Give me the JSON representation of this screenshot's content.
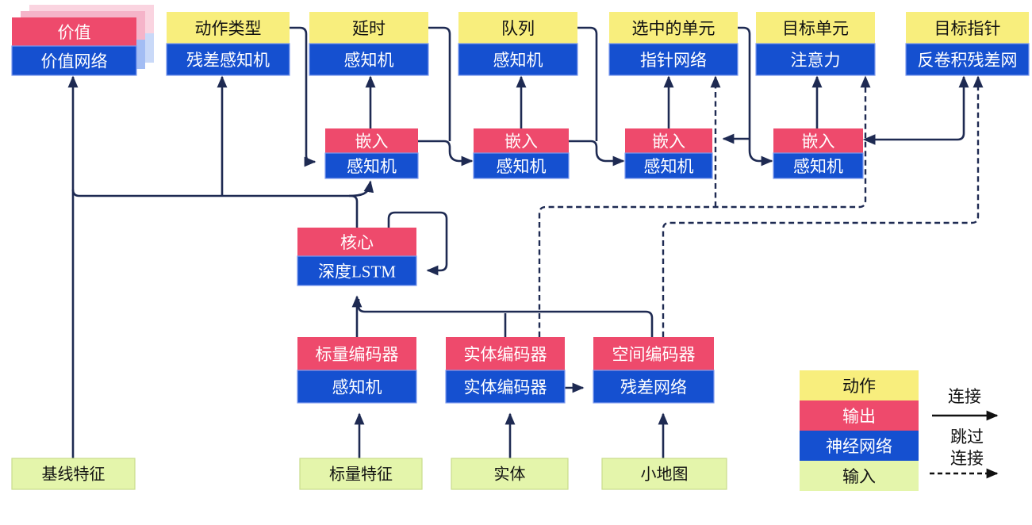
{
  "diagram": {
    "title": "AlphaStar-style agent architecture (Chinese)",
    "nodes": [
      {
        "id": "value",
        "header": "价值",
        "body": "价值网络",
        "kind": "output-nn",
        "stacked": true
      },
      {
        "id": "action_type",
        "header": "动作类型",
        "body": "残差感知机",
        "kind": "action-nn"
      },
      {
        "id": "delay",
        "header": "延时",
        "body": "感知机",
        "kind": "action-nn"
      },
      {
        "id": "queue",
        "header": "队列",
        "body": "感知机",
        "kind": "action-nn"
      },
      {
        "id": "selected_units",
        "header": "选中的单元",
        "body": "指针网络",
        "kind": "action-nn"
      },
      {
        "id": "target_unit",
        "header": "目标单元",
        "body": "注意力",
        "kind": "action-nn"
      },
      {
        "id": "target_point",
        "header": "目标指针",
        "body": "反卷积残差网",
        "kind": "action-nn"
      },
      {
        "id": "embed1",
        "header": "嵌入",
        "body": "感知机",
        "kind": "output-nn"
      },
      {
        "id": "embed2",
        "header": "嵌入",
        "body": "感知机",
        "kind": "output-nn"
      },
      {
        "id": "embed3",
        "header": "嵌入",
        "body": "感知机",
        "kind": "output-nn"
      },
      {
        "id": "embed4",
        "header": "嵌入",
        "body": "感知机",
        "kind": "output-nn"
      },
      {
        "id": "core",
        "header": "核心",
        "body": "深度LSTM",
        "kind": "output-nn"
      },
      {
        "id": "scalar_encoder",
        "header": "标量编码器",
        "body": "感知机",
        "kind": "output-nn"
      },
      {
        "id": "entity_encoder",
        "header": "实体编码器",
        "body": "实体编码器",
        "kind": "output-nn"
      },
      {
        "id": "spatial_encoder",
        "header": "空间编码器",
        "body": "残差网络",
        "kind": "output-nn"
      },
      {
        "id": "baseline_features",
        "label": "基线特征",
        "kind": "input"
      },
      {
        "id": "scalar_features",
        "label": "标量特征",
        "kind": "input"
      },
      {
        "id": "entities",
        "label": "实体",
        "kind": "input"
      },
      {
        "id": "minimap",
        "label": "小地图",
        "kind": "input"
      }
    ],
    "edges": [
      {
        "from": "baseline_features",
        "to": "value",
        "style": "solid"
      },
      {
        "from": "core",
        "to": "value",
        "style": "solid"
      },
      {
        "from": "core",
        "to": "action_type",
        "style": "solid"
      },
      {
        "from": "core",
        "to": "embed1",
        "style": "solid"
      },
      {
        "from": "action_type",
        "to": "embed1",
        "style": "solid"
      },
      {
        "from": "embed1",
        "to": "delay",
        "style": "solid"
      },
      {
        "from": "embed1",
        "to": "embed2",
        "style": "solid"
      },
      {
        "from": "delay",
        "to": "embed2",
        "style": "solid"
      },
      {
        "from": "embed2",
        "to": "queue",
        "style": "solid"
      },
      {
        "from": "embed2",
        "to": "embed3",
        "style": "solid"
      },
      {
        "from": "queue",
        "to": "embed3",
        "style": "solid"
      },
      {
        "from": "embed3",
        "to": "selected_units",
        "style": "solid"
      },
      {
        "from": "selected_units",
        "to": "embed3",
        "style": "solid"
      },
      {
        "from": "selected_units",
        "to": "embed4",
        "style": "solid"
      },
      {
        "from": "embed4",
        "to": "target_unit",
        "style": "solid"
      },
      {
        "from": "embed4",
        "to": "target_point",
        "style": "solid"
      },
      {
        "from": "target_point",
        "to": "embed4",
        "style": "solid"
      },
      {
        "from": "core",
        "to": "core",
        "style": "solid"
      },
      {
        "from": "scalar_encoder",
        "to": "core",
        "style": "solid"
      },
      {
        "from": "entity_encoder",
        "to": "core",
        "style": "solid"
      },
      {
        "from": "spatial_encoder",
        "to": "core",
        "style": "solid"
      },
      {
        "from": "entity_encoder",
        "to": "spatial_encoder",
        "style": "solid"
      },
      {
        "from": "scalar_features",
        "to": "scalar_encoder",
        "style": "solid"
      },
      {
        "from": "entities",
        "to": "entity_encoder",
        "style": "solid"
      },
      {
        "from": "minimap",
        "to": "spatial_encoder",
        "style": "solid"
      },
      {
        "from": "entity_encoder",
        "to": "selected_units",
        "style": "dashed"
      },
      {
        "from": "entity_encoder",
        "to": "target_unit",
        "style": "dashed"
      },
      {
        "from": "spatial_encoder",
        "to": "target_point",
        "style": "dashed"
      }
    ],
    "legend": {
      "items": [
        {
          "label": "动作",
          "color": "#f8ee7d",
          "text": "#111111"
        },
        {
          "label": "输出",
          "color": "#ee4a6c",
          "text": "#ffffff"
        },
        {
          "label": "神经网络",
          "color": "#1550d0",
          "text": "#ffffff"
        },
        {
          "label": "输入",
          "color": "#e4f5ab",
          "text": "#111111"
        }
      ],
      "solid_arrow_label": "连接",
      "dashed_arrow_labels": [
        "跳过",
        "连接"
      ]
    },
    "colors": {
      "action_yellow": "#f8ee7d",
      "output_red": "#ee4a6c",
      "network_blue": "#1550d0",
      "network_blue_border": "#7e9bee",
      "input_green": "#e4f5ab",
      "input_green_border": "#c9dd8b",
      "line_navy": "#1e2a52",
      "legend_black": "#111111",
      "shadow_pink_1": "#f5b4c9",
      "shadow_pink_2": "#fad4e0",
      "shadow_blue_1": "#a3bdf4",
      "shadow_blue_2": "#c9d9f8"
    }
  }
}
